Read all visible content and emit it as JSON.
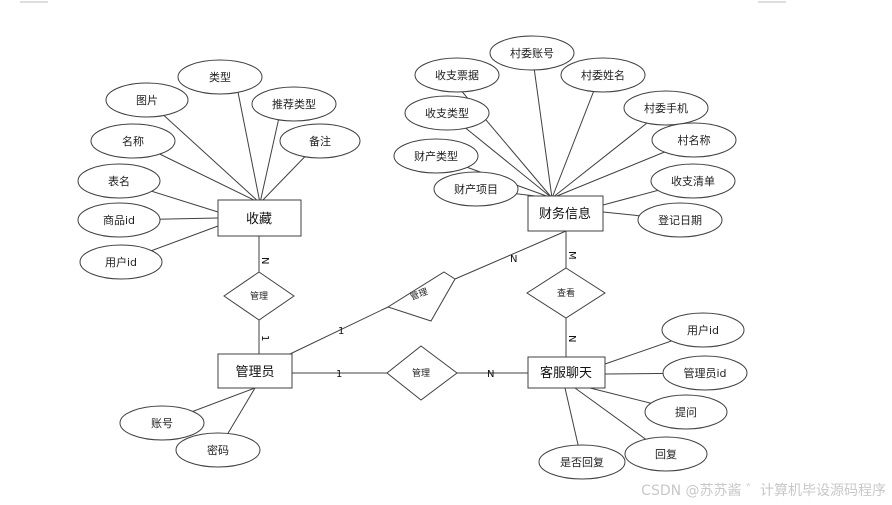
{
  "entities": {
    "shoucang": "收藏",
    "guanliyuan": "管理员",
    "caiwu": "财务信息",
    "kefu": "客服聊天"
  },
  "relationships": {
    "admin_shoucang": "管理",
    "admin_caiwu": "管理",
    "admin_kefu": "管理",
    "caiwu_kefu": "查看"
  },
  "attributes": {
    "shoucang": [
      "图片",
      "类型",
      "推荐类型",
      "名称",
      "备注",
      "表名",
      "商品id",
      "用户id"
    ],
    "caiwu": [
      "村委账号",
      "收支票据",
      "村委姓名",
      "收支类型",
      "村委手机",
      "财产类型",
      "村名称",
      "财产项目",
      "收支清单",
      "登记日期"
    ],
    "guanliyuan": [
      "账号",
      "密码"
    ],
    "kefu": [
      "用户id",
      "管理员id",
      "提问",
      "回复",
      "是否回复"
    ]
  },
  "cardinalities": {
    "shoucang_side": "N",
    "admin_shoucang_side": "1",
    "admin_caiwu_side": "1",
    "caiwu_admin_side": "N",
    "caiwu_kefu_side": "M",
    "kefu_caiwu_side": "N",
    "admin_kefu_side": "1",
    "kefu_admin_side": "N"
  },
  "watermark": "CSDN @苏苏酱  ゛计算机毕设源码程序"
}
